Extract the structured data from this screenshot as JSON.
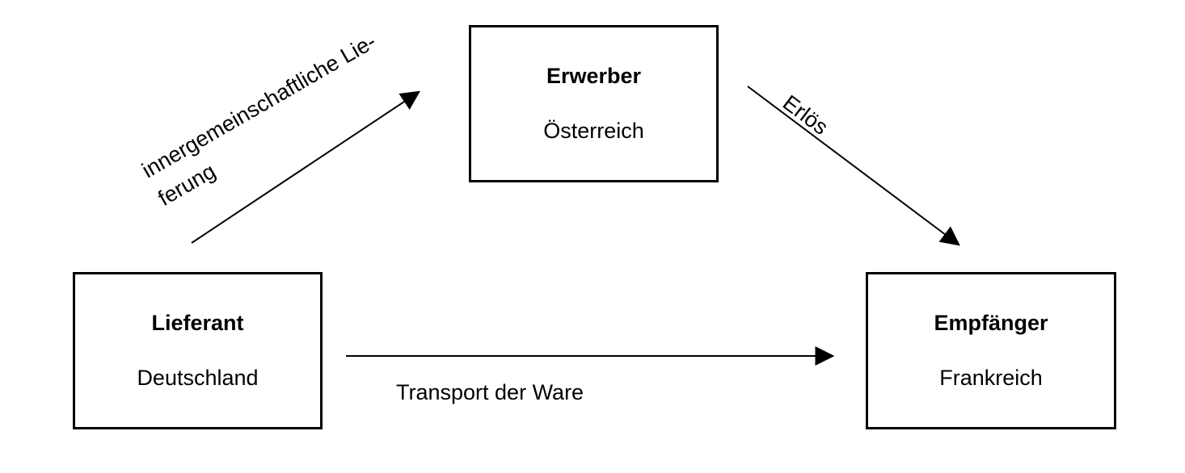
{
  "nodes": {
    "erwerber": {
      "title": "Erwerber",
      "subtitle": "Österreich"
    },
    "lieferant": {
      "title": "Lieferant",
      "subtitle": "Deutschland"
    },
    "empfaenger": {
      "title": "Empfänger",
      "subtitle": "Frankreich"
    }
  },
  "edges": {
    "supply": {
      "label_line1": "innergemeinschaftliche Lie-",
      "label_line2": "ferung"
    },
    "proceeds": {
      "label": "Erlös"
    },
    "transport": {
      "label": "Transport der Ware"
    }
  },
  "colors": {
    "line": "#000000",
    "box_border": "#000000",
    "text": "#000000",
    "background": "#ffffff"
  }
}
